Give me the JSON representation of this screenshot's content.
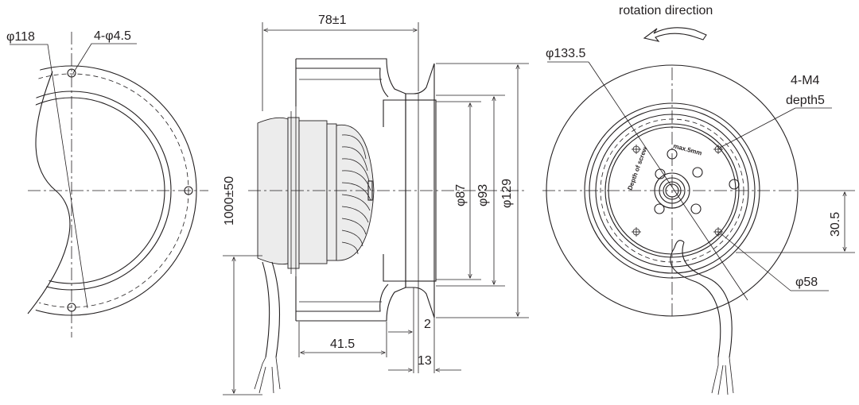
{
  "left_view": {
    "dim_outer": "φ118",
    "dim_holes": "4-φ4.5"
  },
  "side_view": {
    "dim_width": "78±1",
    "dim_cable": "1000±50",
    "dim_body": "41.5",
    "dim_small_a": "2",
    "dim_small_b": "13",
    "dim_d87": "φ87",
    "dim_d93": "φ93",
    "dim_d129": "φ129"
  },
  "right_view": {
    "rotation_label": "rotation direction",
    "dim_outer": "φ133.5",
    "dim_thread": "4-M4",
    "dim_depth": "depth5",
    "dim_hub": "φ58",
    "dim_offset": "30.5",
    "plate_text_a": "Depth of screw",
    "plate_text_b": "max.5mm"
  }
}
